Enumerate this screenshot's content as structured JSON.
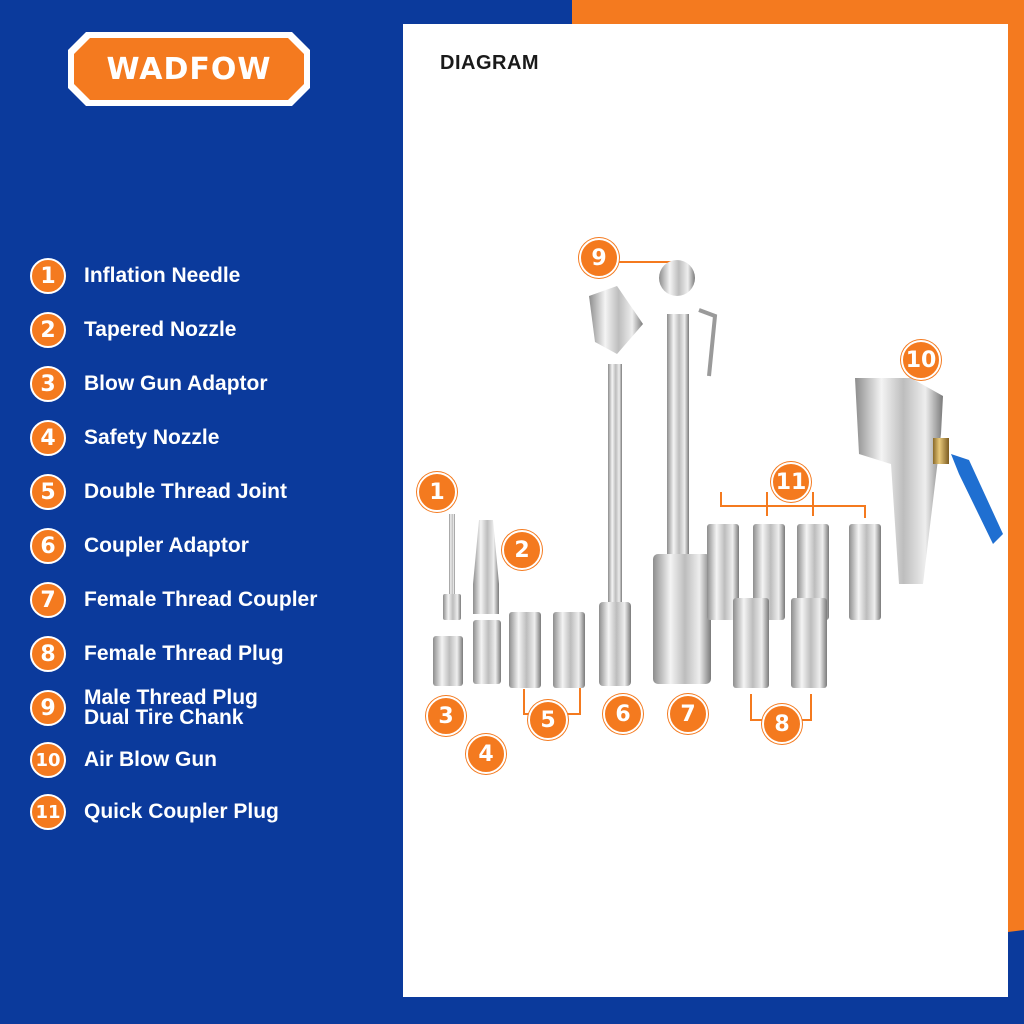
{
  "brand": {
    "name": "WADFOW",
    "colors": {
      "orange": "#f47a1f",
      "blue": "#0b3a9c"
    }
  },
  "diagram_title": "DIAGRAM",
  "legend": [
    {
      "num": "1",
      "label": "Inflation Needle"
    },
    {
      "num": "2",
      "label": "Tapered Nozzle"
    },
    {
      "num": "3",
      "label": "Blow Gun Adaptor"
    },
    {
      "num": "4",
      "label": "Safety Nozzle"
    },
    {
      "num": "5",
      "label": "Double Thread Joint"
    },
    {
      "num": "6",
      "label": "Coupler Adaptor"
    },
    {
      "num": "7",
      "label": "Female Thread Coupler"
    },
    {
      "num": "8",
      "label": "Female Thread Plug"
    },
    {
      "num": "9",
      "label": "Male Thread Plug",
      "label2": "Dual Tire Chank"
    },
    {
      "num": "10",
      "label": "Air Blow Gun"
    },
    {
      "num": "11",
      "label": "Quick Coupler Plug"
    }
  ],
  "callouts": [
    "1",
    "2",
    "3",
    "4",
    "5",
    "6",
    "7",
    "8",
    "9",
    "10",
    "11"
  ]
}
